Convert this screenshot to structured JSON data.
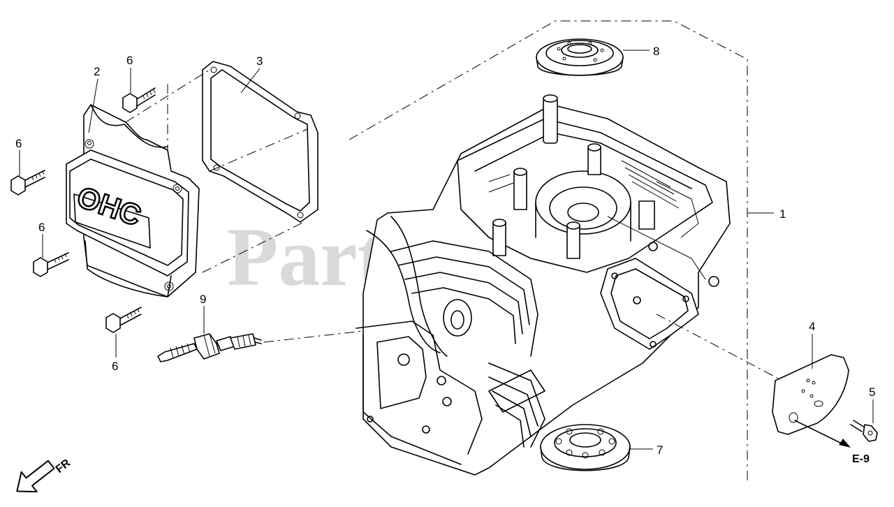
{
  "diagram": {
    "watermark": "PartsTree",
    "cover_logo": "OHC",
    "callouts": [
      {
        "id": "c1",
        "label": "1"
      },
      {
        "id": "c2",
        "label": "2"
      },
      {
        "id": "c3",
        "label": "3"
      },
      {
        "id": "c4",
        "label": "4"
      },
      {
        "id": "c5",
        "label": "5"
      },
      {
        "id": "c6a",
        "label": "6"
      },
      {
        "id": "c6b",
        "label": "6"
      },
      {
        "id": "c6c",
        "label": "6"
      },
      {
        "id": "c6d",
        "label": "6"
      },
      {
        "id": "c7",
        "label": "7"
      },
      {
        "id": "c8",
        "label": "8"
      },
      {
        "id": "c9",
        "label": "9"
      }
    ],
    "reference_label": "E-9",
    "direction_label": "FR"
  }
}
